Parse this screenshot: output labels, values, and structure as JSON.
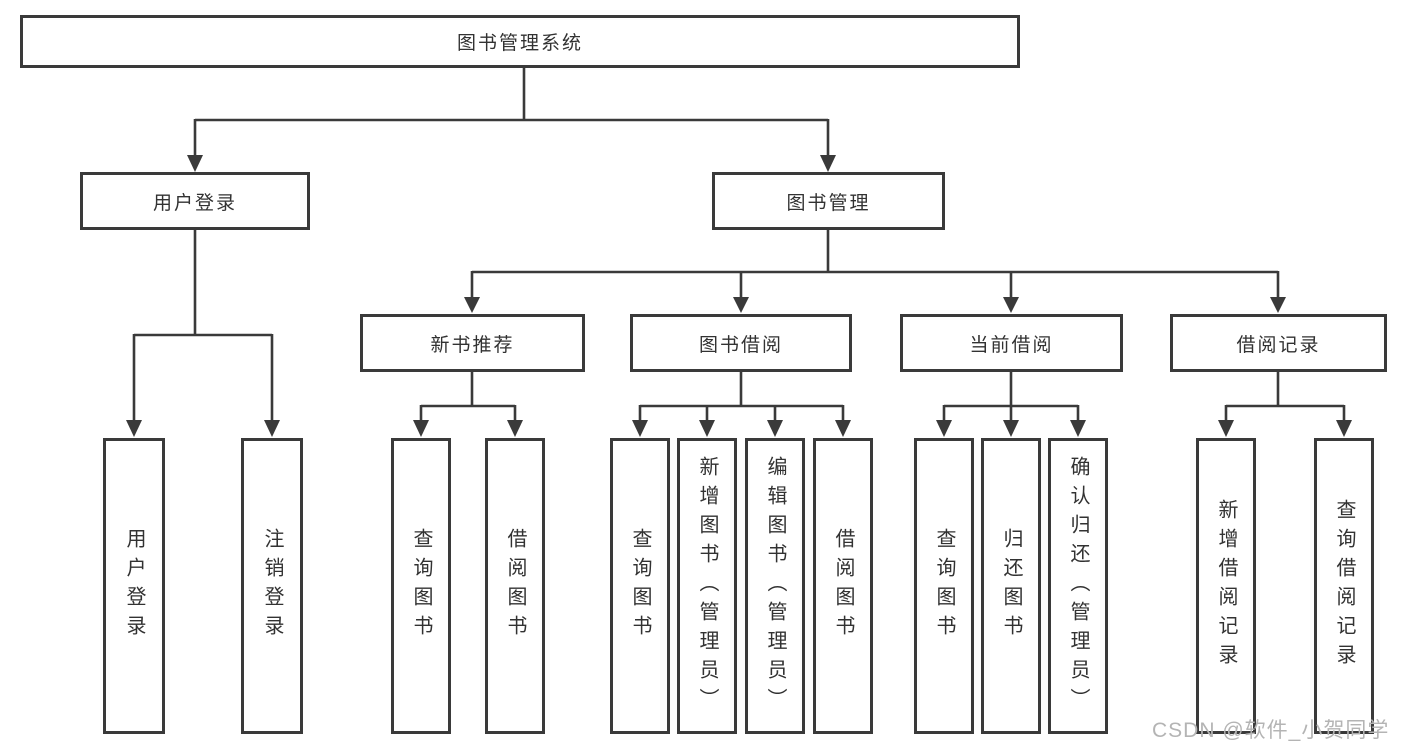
{
  "diagram": {
    "title": "图书管理系统",
    "root": {
      "label": "图书管理系统"
    },
    "user_login": {
      "label": "用户登录",
      "leaves": [
        "用户登录",
        "注销登录"
      ]
    },
    "book_management": {
      "label": "图书管理"
    },
    "new_book": {
      "label": "新书推荐",
      "leaves": [
        "查询图书",
        "借阅图书"
      ]
    },
    "book_borrow": {
      "label": "图书借阅",
      "leaves": [
        "查询图书",
        "新增图书（管理员）",
        "编辑图书（管理员）",
        "借阅图书"
      ]
    },
    "current_borrow": {
      "label": "当前借阅",
      "leaves": [
        "查询图书",
        "归还图书",
        "确认归还（管理员）"
      ]
    },
    "borrow_records": {
      "label": "借阅记录",
      "leaves": [
        "新增借阅记录",
        "查询借阅记录"
      ]
    }
  },
  "colors": {
    "line": "#3a3a3a",
    "text": "#323232",
    "watermark": "#b4b4b4",
    "background": "#ffffff"
  },
  "watermark": "CSDN @软件_小贺同学"
}
